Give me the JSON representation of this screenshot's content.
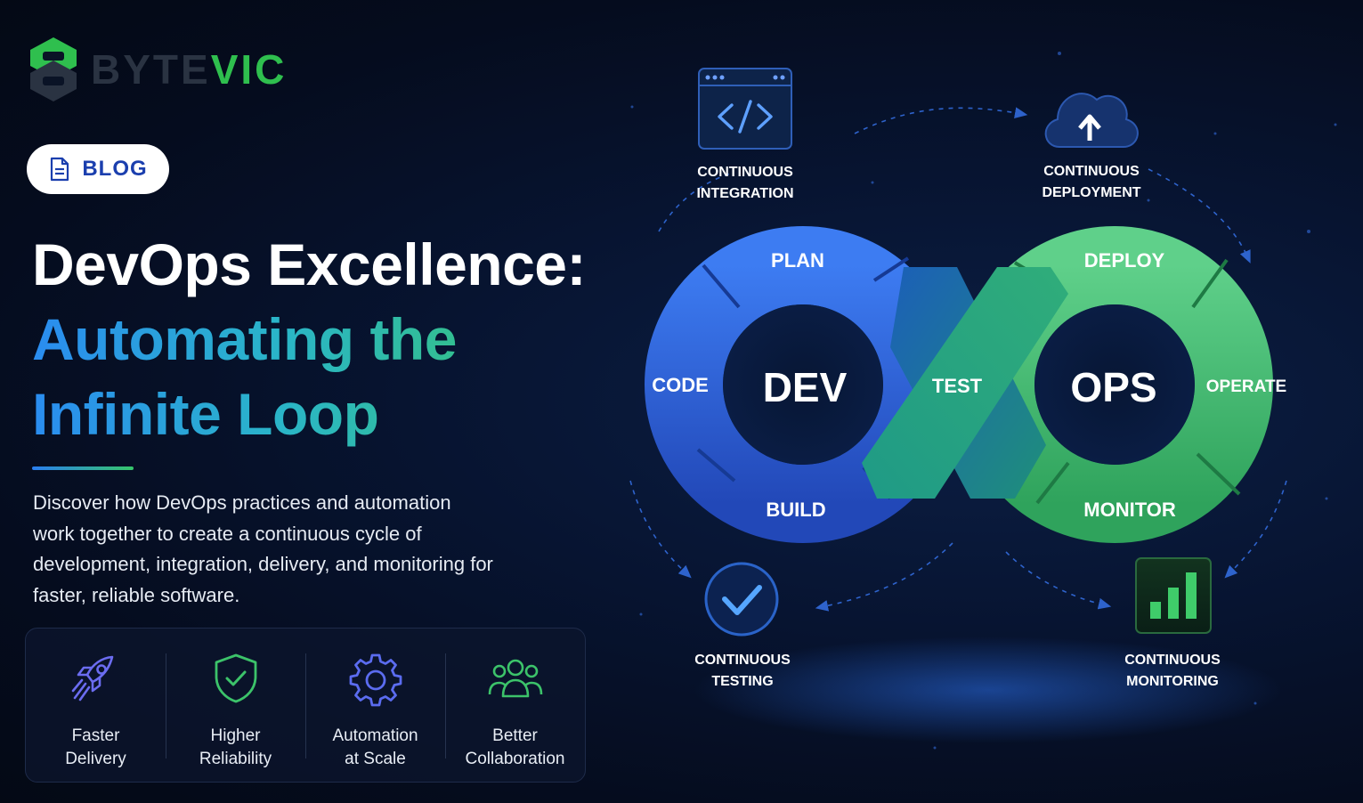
{
  "brand": {
    "name_part1": "BYTE",
    "name_part2": "VIC",
    "logo_icon": "bytevic-logo-icon"
  },
  "badge": {
    "label": "BLOG",
    "icon": "document-icon"
  },
  "headline": {
    "line1": "DevOps Excellence:",
    "line2": "Automating the",
    "line3": "Infinite Loop"
  },
  "description": "Discover how DevOps practices and automation work together to create a continuous cycle of development, integration, delivery, and monitoring for faster, reliable software.",
  "benefits": [
    {
      "icon": "rocket-icon",
      "label": "Faster\nDelivery"
    },
    {
      "icon": "shield-check-icon",
      "label": "Higher\nReliability"
    },
    {
      "icon": "gear-icon",
      "label": "Automation\nat Scale"
    },
    {
      "icon": "people-icon",
      "label": "Better\nCollaboration"
    }
  ],
  "loop": {
    "dev_label": "DEV",
    "ops_label": "OPS",
    "stages": {
      "plan": "PLAN",
      "code": "CODE",
      "build": "BUILD",
      "test": "TEST",
      "deploy": "DEPLOY",
      "operate": "OPERATE",
      "monitor": "MONITOR"
    }
  },
  "practices": {
    "ci": {
      "line1": "CONTINUOUS",
      "line2": "INTEGRATION",
      "icon": "code-window-icon"
    },
    "cd": {
      "line1": "CONTINUOUS",
      "line2": "DEPLOYMENT",
      "icon": "cloud-upload-icon"
    },
    "ct": {
      "line1": "CONTINUOUS",
      "line2": "TESTING",
      "icon": "checkmark-circle-icon"
    },
    "cm": {
      "line1": "CONTINUOUS",
      "line2": "MONITORING",
      "icon": "bar-chart-icon"
    }
  },
  "colors": {
    "dev_blue": "#2e6be6",
    "ops_green": "#3dbf6a",
    "test_teal": "#22a37e",
    "brand_green": "#2fbf4e",
    "badge_text": "#1b3fae"
  }
}
